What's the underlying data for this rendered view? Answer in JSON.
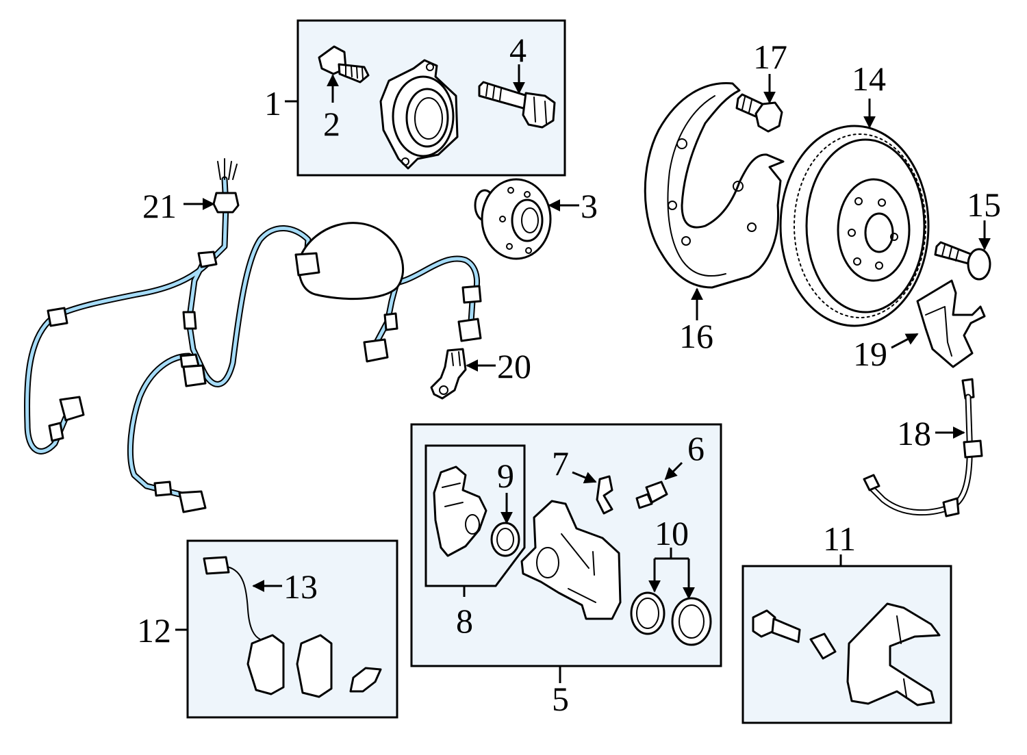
{
  "colors": {
    "box_fill": "#eef5fb",
    "highlight": "#a6dcf8",
    "line": "#000000",
    "background": "#ffffff"
  },
  "callouts": {
    "c1": "1",
    "c2": "2",
    "c3": "3",
    "c4": "4",
    "c5": "5",
    "c6": "6",
    "c7": "7",
    "c8": "8",
    "c9": "9",
    "c10": "10",
    "c11": "11",
    "c12": "12",
    "c13": "13",
    "c14": "14",
    "c15": "15",
    "c16": "16",
    "c17": "17",
    "c18": "18",
    "c19": "19",
    "c20": "20",
    "c21": "21"
  }
}
